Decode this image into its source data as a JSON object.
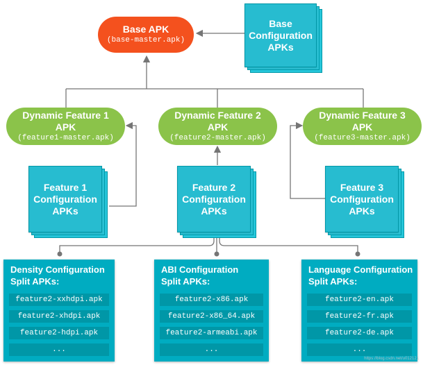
{
  "base": {
    "title": "Base APK",
    "file": "(base-master.apk)"
  },
  "base_config": {
    "line1": "Base",
    "line2": "Configuration",
    "line3": "APKs"
  },
  "features": [
    {
      "title": "Dynamic Feature 1",
      "sub": "APK",
      "file": "(feature1-master.apk)"
    },
    {
      "title": "Dynamic Feature 2",
      "sub": "APK",
      "file": "(feature2-master.apk)"
    },
    {
      "title": "Dynamic Feature 3",
      "sub": "APK",
      "file": "(feature3-master.apk)"
    }
  ],
  "feature_configs": [
    {
      "line1": "Feature 1",
      "line2": "Configuration",
      "line3": "APKs"
    },
    {
      "line1": "Feature 2",
      "line2": "Configuration",
      "line3": "APKs"
    },
    {
      "line1": "Feature 3",
      "line2": "Configuration",
      "line3": "APKs"
    }
  ],
  "splits": [
    {
      "line1": "Density Configuration",
      "line2": "Split APKs:",
      "items": [
        "feature2-xxhdpi.apk",
        "feature2-xhdpi.apk",
        "feature2-hdpi.apk",
        "..."
      ]
    },
    {
      "line1": "ABI Configuration",
      "line2": "Split APKs:",
      "items": [
        "feature2-x86.apk",
        "feature2-x86_64.apk",
        "feature2-armeabi.apk",
        "..."
      ]
    },
    {
      "line1": "Language Configuration",
      "line2": "Split APKs:",
      "items": [
        "feature2-en.apk",
        "feature2-fr.apk",
        "feature2-de.apk",
        "..."
      ]
    }
  ],
  "watermark": "https://blog.csdn.net/u012121",
  "colors": {
    "base": "#f4511e",
    "feature": "#8bc34a",
    "config": "#26c6da",
    "split": "#00acc1",
    "item": "#0097a7",
    "line": "#757575"
  }
}
